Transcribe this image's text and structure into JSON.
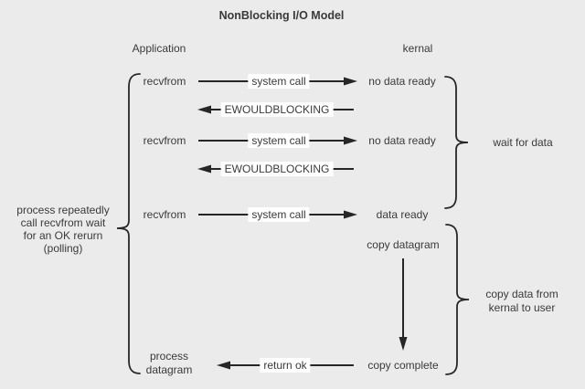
{
  "title": "NonBlocking I/O Model",
  "columns": {
    "app": "Application",
    "kernel": "kernal"
  },
  "left_note": {
    "lines": [
      "process repeatedly",
      "call recvfrom wait",
      "for an OK rerurn",
      "(polling)"
    ]
  },
  "steps": [
    {
      "app": "recvfrom",
      "arrow_label": "system call",
      "kernel": "no data ready"
    },
    {
      "arrow_label": "EWOULDBLOCKING"
    },
    {
      "app": "recvfrom",
      "arrow_label": "system call",
      "kernel": "no data ready"
    },
    {
      "arrow_label": "EWOULDBLOCKING"
    },
    {
      "app": "recvfrom",
      "arrow_label": "system call",
      "kernel": "data ready"
    },
    {
      "kernel": "copy datagram"
    },
    {
      "app_lines": [
        "process",
        "datagram"
      ],
      "arrow_label": "return ok",
      "kernel": "copy complete"
    }
  ],
  "braces": {
    "wait_label": "wait for data",
    "copy_label_lines": [
      "copy data from",
      "kernal to user"
    ]
  },
  "colors": {
    "background": "#ebebeb",
    "text": "#3a3a3a",
    "line": "#262626",
    "label_background": "#ffffff"
  }
}
